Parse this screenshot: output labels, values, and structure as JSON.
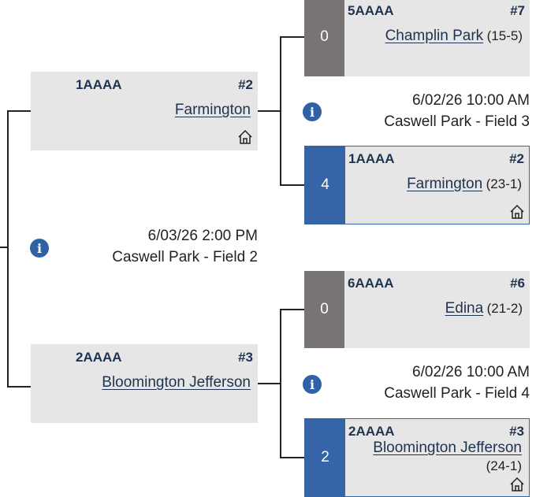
{
  "bracket": {
    "semifinal": {
      "datetime": "6/03/26 2:00 PM",
      "location": "Caswell Park - Field 2",
      "top": {
        "seed_code": "1AAAA",
        "seed_num": "#2",
        "team": "Farmington",
        "home": true
      },
      "bottom": {
        "seed_code": "2AAAA",
        "seed_num": "#3",
        "team": "Bloomington Jefferson",
        "home": false
      }
    },
    "quarterfinal_1": {
      "datetime": "6/02/26 10:00 AM",
      "location": "Caswell Park - Field 3",
      "top": {
        "score": "0",
        "seed_code": "5AAAA",
        "seed_num": "#7",
        "team": "Champlin Park",
        "record": "(15-5)",
        "winner": false
      },
      "bottom": {
        "score": "4",
        "seed_code": "1AAAA",
        "seed_num": "#2",
        "team": "Farmington",
        "record": "(23-1)",
        "winner": true,
        "home": true
      }
    },
    "quarterfinal_2": {
      "datetime": "6/02/26 10:00 AM",
      "location": "Caswell Park - Field 4",
      "top": {
        "score": "0",
        "seed_code": "6AAAA",
        "seed_num": "#6",
        "team": "Edina",
        "record": "(21-2)",
        "winner": false
      },
      "bottom": {
        "score": "2",
        "seed_code": "2AAAA",
        "seed_num": "#3",
        "team": "Bloomington Jefferson",
        "record": "(24-1)",
        "winner": true,
        "home": true
      }
    }
  },
  "icons": {
    "info": "info-icon",
    "home": "home-icon"
  },
  "colors": {
    "win": "#3565a6",
    "loss": "#787474",
    "card": "#e6e6e6",
    "team_link": "#1f3350"
  }
}
